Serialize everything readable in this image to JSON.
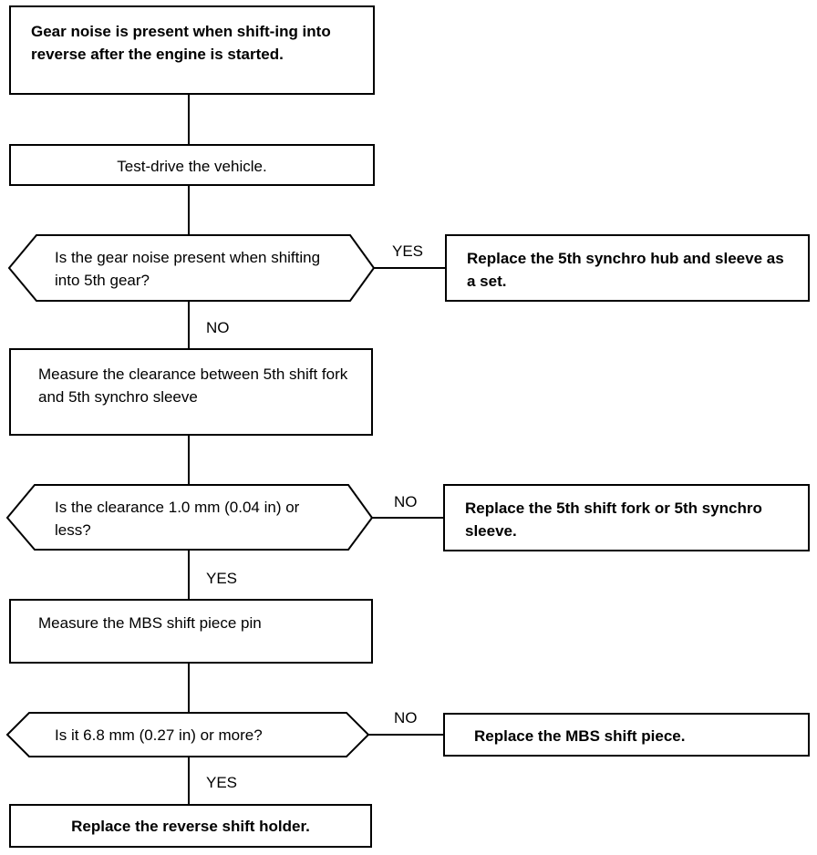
{
  "steps": {
    "s1": "Gear noise is present when shift-ing into reverse after the engine is started.",
    "s2": "Test-drive the vehicle.",
    "d1": "Is the gear noise present when shifting into 5th gear?",
    "r1": "Replace the 5th synchro hub and sleeve as a set.",
    "s3": "Measure the clearance between 5th shift fork and 5th synchro sleeve",
    "d2": "Is the clearance 1.0 mm (0.04 in) or less?",
    "r2": "Replace the 5th shift fork or 5th synchro sleeve.",
    "s4": "Measure the MBS shift piece pin",
    "d3": "Is it 6.8 mm (0.27 in) or more?",
    "r3": "Replace the MBS shift piece.",
    "s5": "Replace the reverse shift holder."
  },
  "labels": {
    "d1_side": "YES",
    "d1_down": "NO",
    "d2_side": "NO",
    "d2_down": "YES",
    "d3_side": "NO",
    "d3_down": "YES"
  }
}
